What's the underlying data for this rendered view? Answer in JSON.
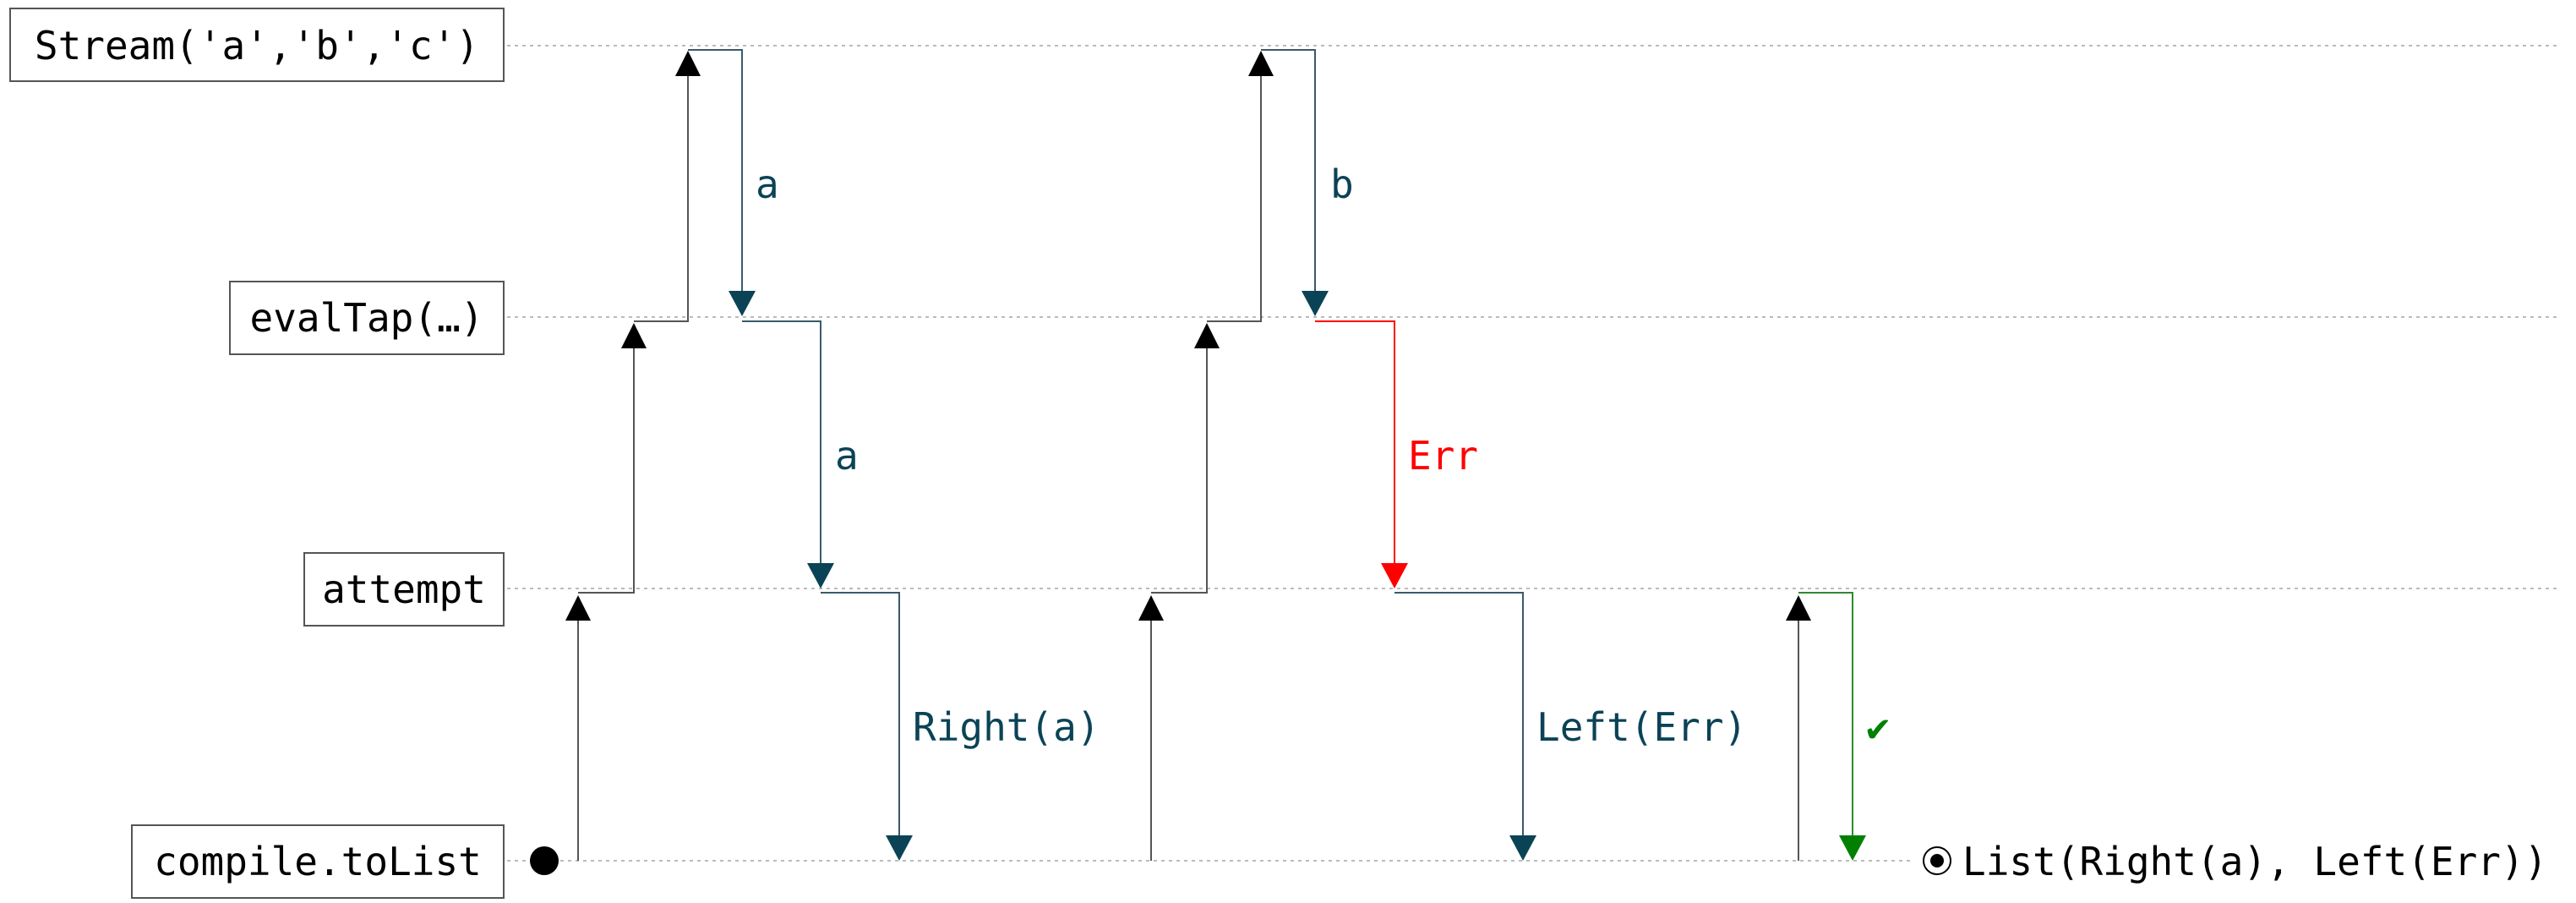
{
  "lanes": {
    "source": "Stream('a','b','c')",
    "eval_tap": "evalTap(…)",
    "attempt": "attempt",
    "compile": "compile.toList"
  },
  "messages": {
    "a_down_1": "a",
    "a_down_2": "a",
    "right_a": "Right(a)",
    "b_down": "b",
    "err_down": "Err",
    "left_err": "Left(Err)",
    "complete": "✔"
  },
  "result": {
    "value": "List(Right(a), Left(Err))"
  },
  "colors": {
    "lane_line": "#bbbbbb",
    "request": "#000000",
    "element": "#0b4356",
    "error": "#ff0000",
    "complete": "#008000"
  },
  "icons": {
    "start": "filled-circle-start-icon",
    "end": "target-circle-end-icon",
    "complete": "check-mark-icon"
  }
}
